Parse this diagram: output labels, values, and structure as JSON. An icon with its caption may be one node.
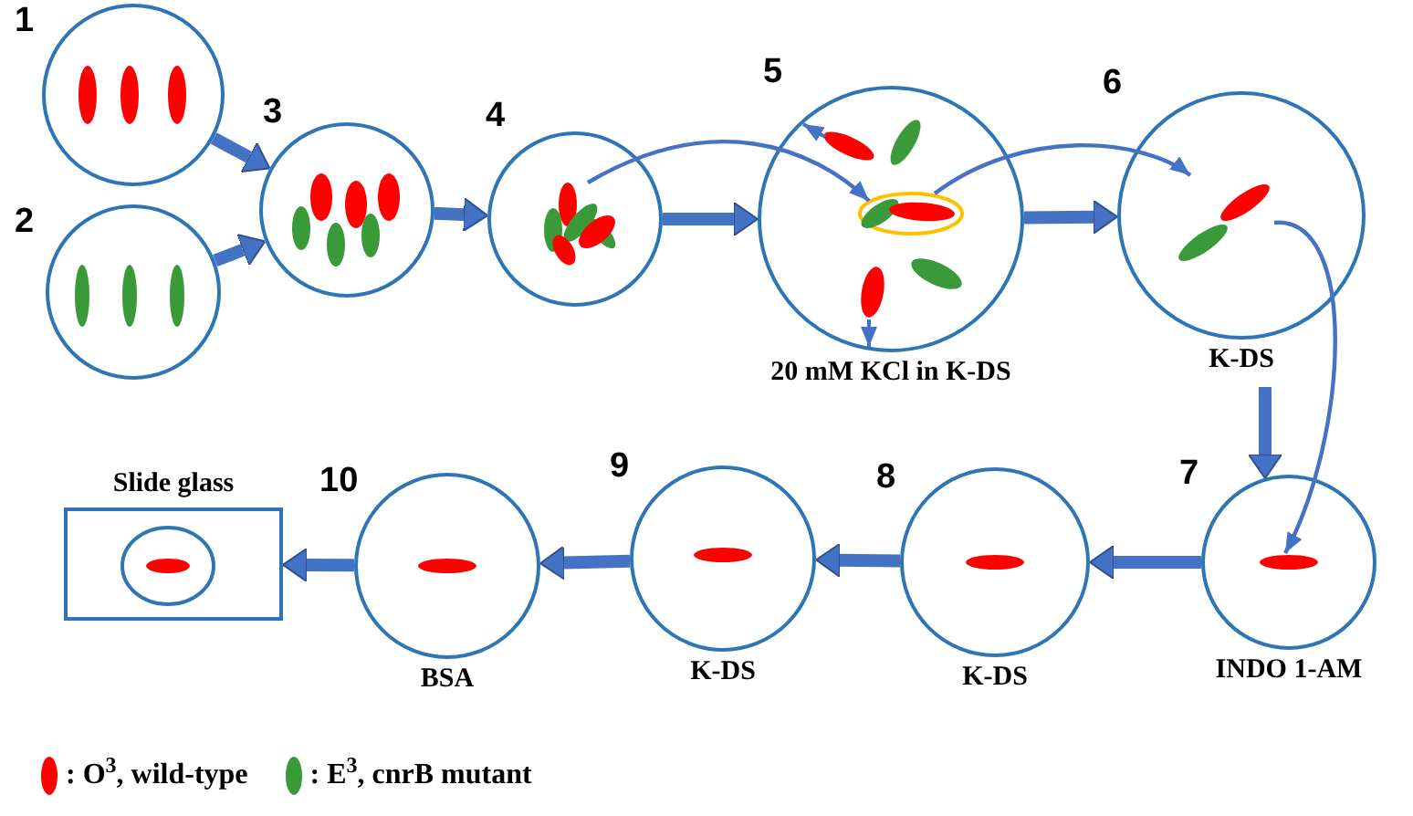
{
  "diagram": {
    "nodes": [
      {
        "text": [
          "1"
        ]
      },
      {
        "text": [
          "2"
        ]
      },
      {
        "text": [
          "3"
        ]
      },
      {
        "text": [
          "4"
        ]
      },
      {
        "text": [
          "5"
        ],
        "beside": [
          "20 mM KCl in K-DS"
        ]
      },
      {
        "text": [
          "6"
        ],
        "beside": [
          "K-DS"
        ]
      },
      {
        "text": [
          "7"
        ],
        "beside": [
          "INDO 1-AM"
        ]
      },
      {
        "text": [
          "8"
        ],
        "beside": [
          "K-DS"
        ]
      },
      {
        "text": [
          "9"
        ],
        "beside": [
          "K-DS"
        ]
      },
      {
        "text": [
          "10"
        ],
        "beside": [
          "BSA"
        ]
      },
      {
        "text": [
          "Slide glass"
        ]
      },
      {
        "text": [],
        "shape": "circle",
        "in": 10
      },
      {
        "text": [],
        "shape": "picture",
        "in": 3
      },
      {
        "text": [],
        "shape": "circle",
        "in": 4
      },
      {
        "text": [],
        "shape": "picture",
        "in": 5
      },
      {
        "text": [],
        "shape": "circle",
        "in": 6
      }
    ],
    "edges": [
      {
        "from": 0,
        "to": 2,
        "arrow": "to"
      },
      {
        "from": 1,
        "to": 2,
        "arrow": "to"
      },
      {
        "from": 2,
        "to": 3,
        "arrow": "to"
      },
      {
        "from": 3,
        "to": 4,
        "arrow": "to"
      },
      {
        "from": 4,
        "to": 5,
        "arrow": "to"
      },
      {
        "from": 5,
        "to": 6,
        "arrow": "to"
      },
      {
        "from": 6,
        "to": 7,
        "arrow": "to"
      },
      {
        "from": 7,
        "to": 8,
        "arrow": "to"
      },
      {
        "from": 8,
        "to": 9,
        "arrow": "to"
      },
      {
        "from": 9,
        "to": 10,
        "arrow": "to"
      },
      {
        "from": 12,
        "to": 13,
        "arrow": "to"
      },
      {
        "from": 13,
        "to": 14,
        "arrow": "to"
      },
      {
        "from": 14,
        "to": 15,
        "arrow": "to"
      }
    ],
    "legend": [
      {
        "text": ": O$^{3}$, wild-type",
        "color": "#ff0000"
      },
      {
        "text": ": E$^{3}$, cnrB mutant",
        "color": "#3a9a3a"
      }
    ]
  }
}
